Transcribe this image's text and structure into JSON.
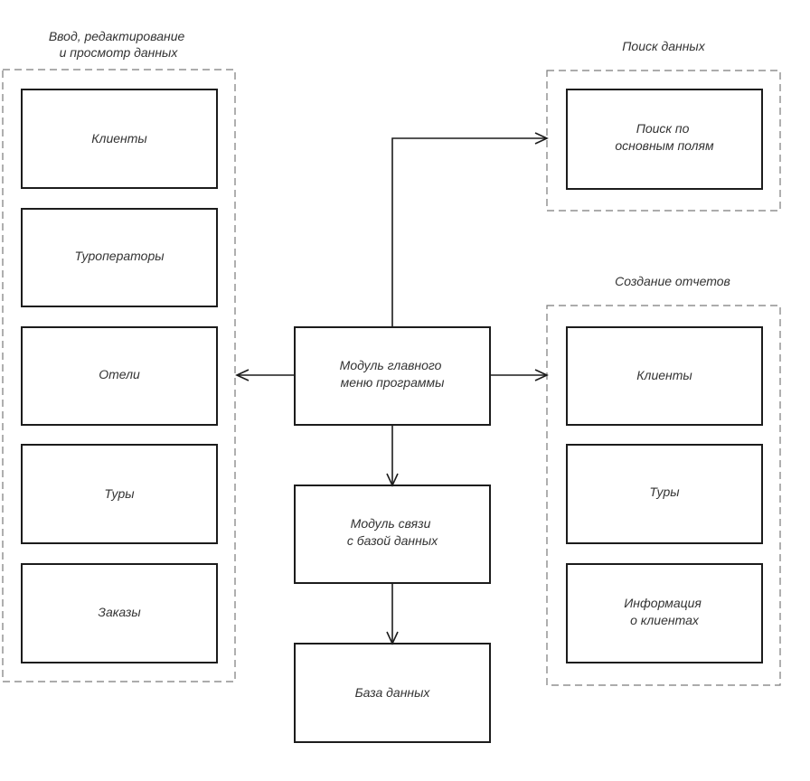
{
  "groups": {
    "input": {
      "label_lines": [
        "Ввод, редактирование",
        "и просмотр данных"
      ]
    },
    "search": {
      "label_lines": [
        "Поиск данных"
      ]
    },
    "reports": {
      "label_lines": [
        "Создание отчетов"
      ]
    }
  },
  "boxes": {
    "clients": {
      "lines": [
        "Клиенты"
      ]
    },
    "touroperators": {
      "lines": [
        "Туроператоры"
      ]
    },
    "hotels": {
      "lines": [
        "Отели"
      ]
    },
    "tours": {
      "lines": [
        "Туры"
      ]
    },
    "orders": {
      "lines": [
        "Заказы"
      ]
    },
    "main_menu": {
      "lines": [
        "Модуль главного",
        "меню программы"
      ]
    },
    "db_link": {
      "lines": [
        "Модуль связи",
        "с базой данных"
      ]
    },
    "database": {
      "lines": [
        "База данных"
      ]
    },
    "search_fields": {
      "lines": [
        "Поиск по",
        "основным полям"
      ]
    },
    "report_clients": {
      "lines": [
        "Клиенты"
      ]
    },
    "report_tours": {
      "lines": [
        "Туры"
      ]
    },
    "report_client_info": {
      "lines": [
        "Информация",
        "о клиентах"
      ]
    }
  }
}
